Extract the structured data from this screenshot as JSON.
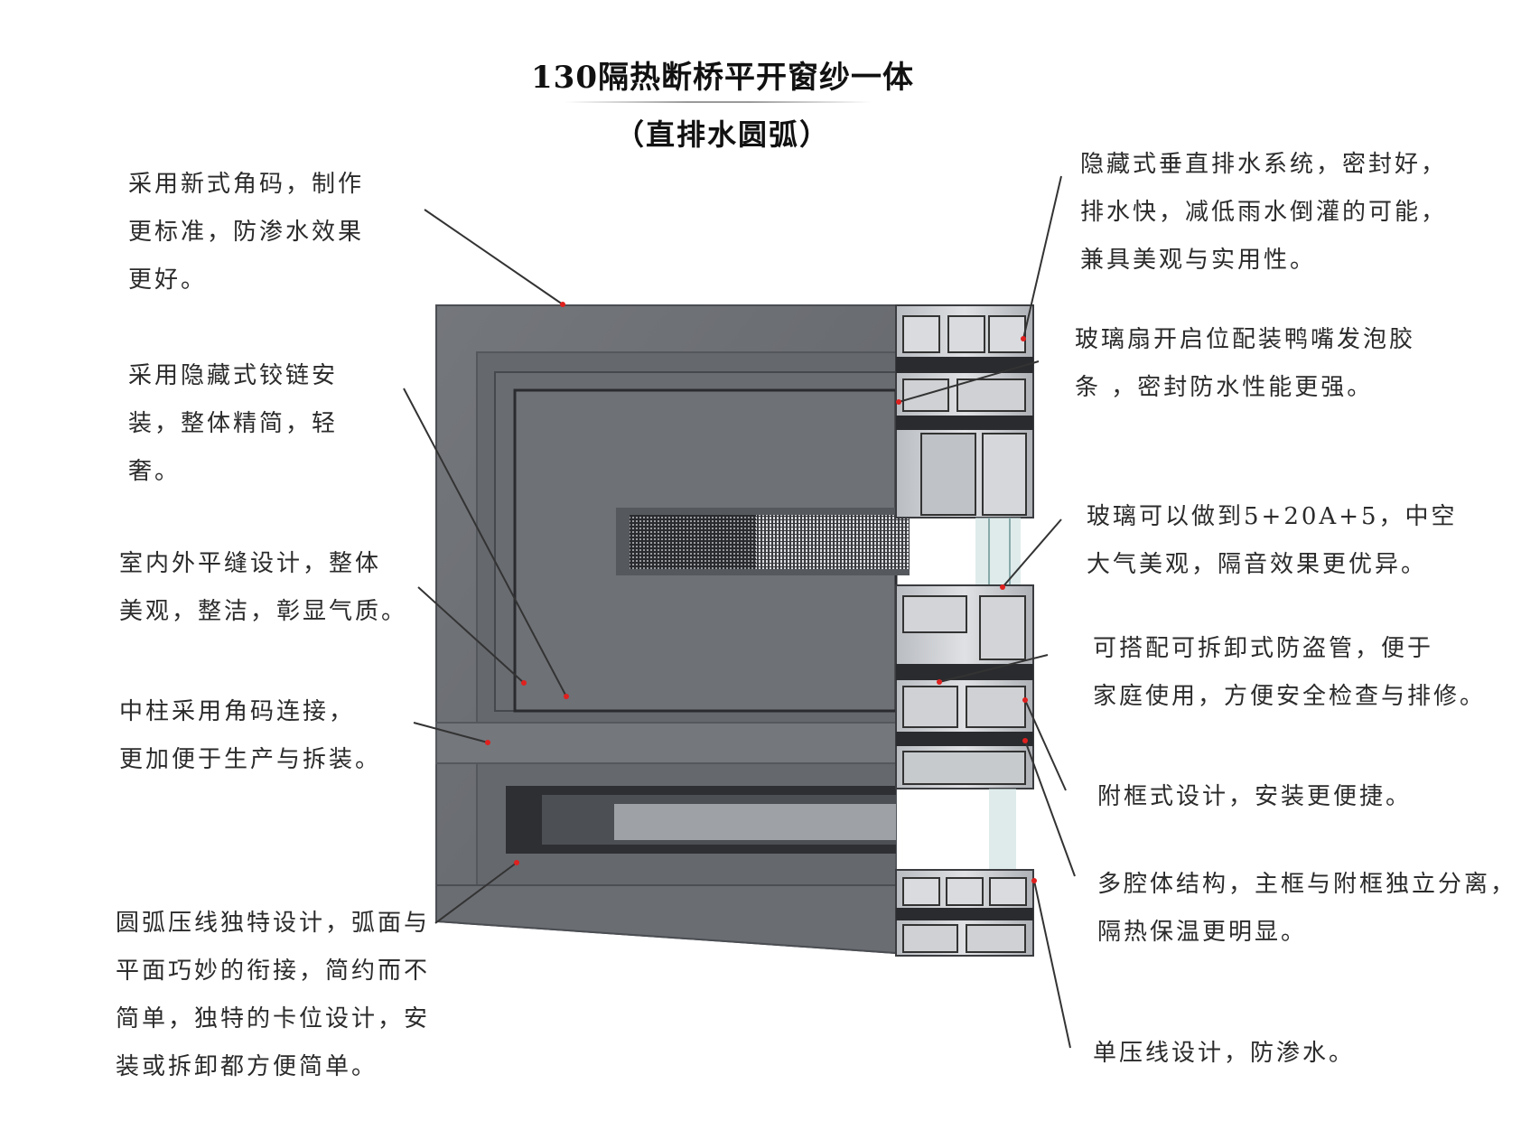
{
  "title": {
    "main": "130隔热断桥平开窗纱一体",
    "sub": "（直排水圆弧）"
  },
  "notes": {
    "left_1": "采用新式角码，制作\n更标准，防渗水效果\n更好。",
    "left_2": "采用隐藏式铰链安\n装，整体精简，轻\n奢。",
    "left_3": "室内外平缝设计，整体\n美观，整洁，彰显气质。",
    "left_4": "中柱采用角码连接，\n更加便于生产与拆装。",
    "left_5": "圆弧压线独特设计，弧面与\n平面巧妙的衔接，简约而不\n简单，独特的卡位设计，安\n装或拆卸都方便简单。",
    "right_1": "隐藏式垂直排水系统，密封好，\n排水快，减低雨水倒灌的可能，\n兼具美观与实用性。",
    "right_2": "玻璃扇开启位配装鸭嘴发泡胶\n条 ，密封防水性能更强。",
    "right_3": "玻璃可以做到5+20A+5，中空\n大气美观，隔音效果更优异。",
    "right_4": "可搭配可拆卸式防盗管，便于\n家庭使用，方便安全检查与排修。",
    "right_5": "附框式设计，安装更便捷。",
    "right_6": "多腔体结构，主框与附框独立分离，\n隔热保温更明显。",
    "right_7": "单压线设计，防渗水。"
  },
  "colors": {
    "frame": "#6b6e73",
    "frame_dark": "#4f5257",
    "profile_light": "#c9ccd0",
    "marker": "#e0201e",
    "leader": "#333333"
  }
}
